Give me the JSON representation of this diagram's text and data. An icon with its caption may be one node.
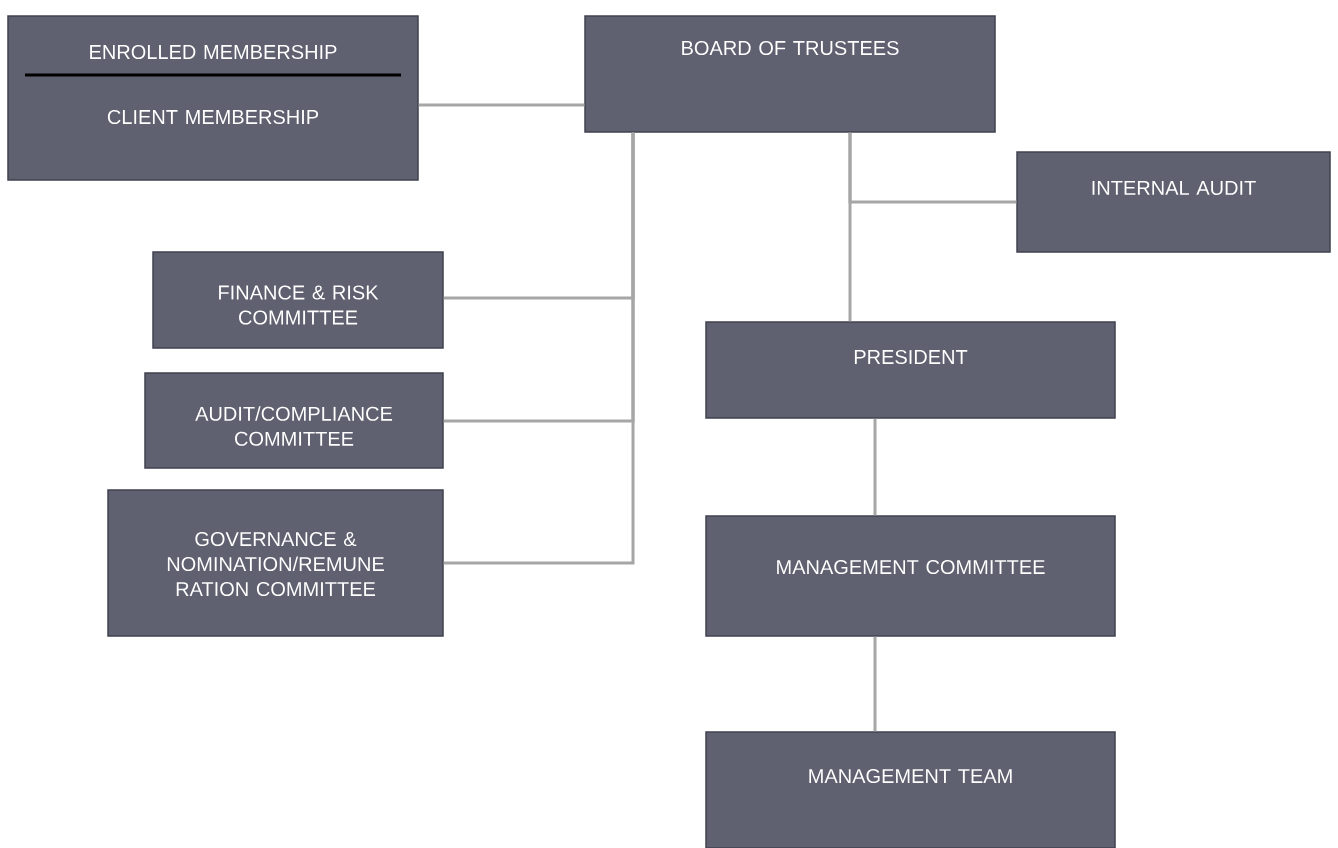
{
  "diagram": {
    "nodes": [
      {
        "text": [
          "ENROLLED MEMBERSHIP",
          "CLIENT MEMBERSHIP"
        ]
      },
      {
        "text": [
          "BOARD OF TRUSTEES"
        ]
      },
      {
        "text": [
          "INTERNAL AUDIT"
        ]
      },
      {
        "text": [
          "FINANCE & RISK COMMITTEE"
        ]
      },
      {
        "text": [
          "AUDIT/COMPLIANCE COMMITTEE"
        ]
      },
      {
        "text": [
          "GOVERNANCE & NOMINATION/REMUNE RATION COMMITTEE"
        ]
      },
      {
        "text": [
          "PRESIDENT"
        ]
      },
      {
        "text": [
          "MANAGEMENT COMMITTEE"
        ]
      },
      {
        "text": [
          "MANAGEMENT TEAM"
        ]
      }
    ],
    "edges": [
      {
        "from": 0,
        "to": 1,
        "arrow": "none"
      },
      {
        "from": 1,
        "to": 3,
        "arrow": "none"
      },
      {
        "from": 1,
        "to": 4,
        "arrow": "none"
      },
      {
        "from": 1,
        "to": 5,
        "arrow": "none"
      },
      {
        "from": 1,
        "to": 2,
        "arrow": "none"
      },
      {
        "from": 1,
        "to": 6,
        "arrow": "none"
      },
      {
        "from": 6,
        "to": 7,
        "arrow": "none"
      },
      {
        "from": 7,
        "to": 8,
        "arrow": "none"
      }
    ]
  }
}
